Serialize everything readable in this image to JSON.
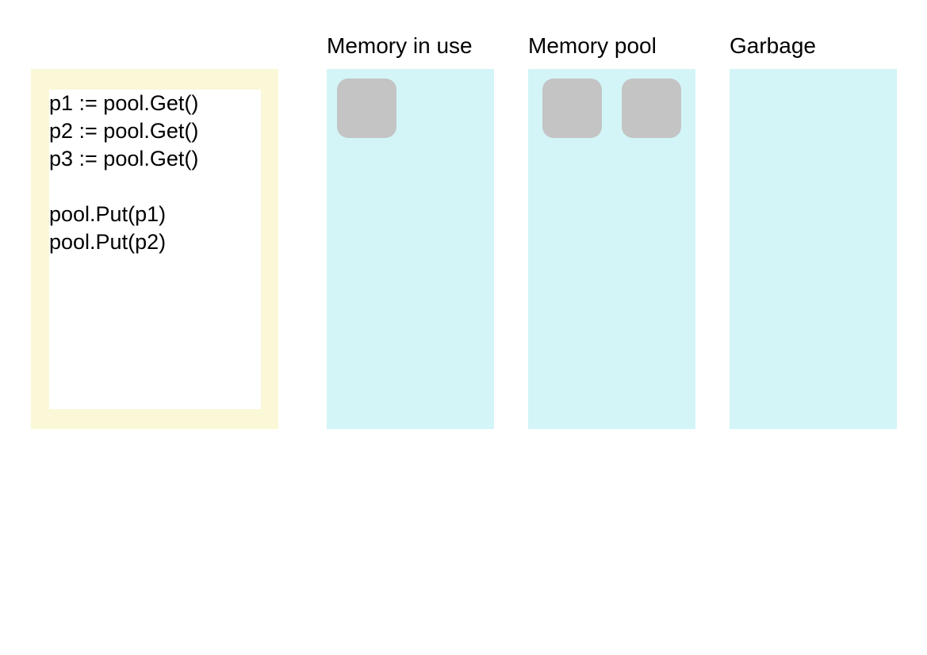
{
  "colors": {
    "code_frame": "#faf8d6",
    "column_fill": "#d3f5f7",
    "block_fill": "#c4c4c4"
  },
  "code": {
    "lines": [
      "p1 := pool.Get()",
      "p2 := pool.Get()",
      "p3 := pool.Get()",
      "",
      "pool.Put(p1)",
      "pool.Put(p2)"
    ]
  },
  "columns": [
    {
      "title": "Memory in use",
      "block_count": 1
    },
    {
      "title": "Memory pool",
      "block_count": 2
    },
    {
      "title": "Garbage",
      "block_count": 0
    }
  ]
}
